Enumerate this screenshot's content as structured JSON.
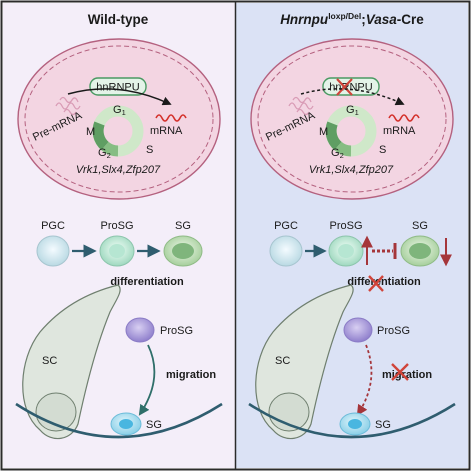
{
  "colors": {
    "left_bg": "#f4eef9",
    "right_bg": "#dbe2f5",
    "nucleus_fill": "#f3d5e2",
    "nucleus_stroke": "#b4617f",
    "protein_fill": "#e4f3e8",
    "protein_stroke": "#4a9a63",
    "cycle_light": "#cfe8c9",
    "cycle_dark": "#5f9e63",
    "mrna_red": "#d4322c",
    "premrna_pink": "#d99cb6",
    "cross_red": "#d0443a",
    "arrow_blue": "#2f5d6f",
    "inhibit_red": "#a5353a",
    "basement_line": "#2f5d6f",
    "sc_fill": "#dfe6de",
    "sc_stroke": "#6f7f6f",
    "prosg_fill": "#a99bd6",
    "sg_fill": "#5fc3e8"
  },
  "panels": [
    {
      "id": "wild-type",
      "title": "Wild-type",
      "protein_label": "hnRNPU",
      "premrna_label": "Pre-mRNA",
      "mrna_label": "mRNA",
      "phases": {
        "g1": "G",
        "g1_sub": "1",
        "g2": "G",
        "g2_sub": "2",
        "m": "M",
        "s": "S"
      },
      "genes_label": "Vrk1,Slx4,Zfp207",
      "cells": {
        "pgc": "PGC",
        "prosg": "ProSG",
        "sg": "SG"
      },
      "differentiation_label": "differentiation",
      "niche": {
        "sc": "SC",
        "prosg": "ProSG",
        "migration": "migration",
        "sg": "SG"
      },
      "defective": false
    },
    {
      "id": "knockout",
      "title": "Hnrnpu",
      "title_sup": "loxp/Del",
      "title_sep": ";",
      "title_cre_italic": "Vasa",
      "title_cre_suffix": "-Cre",
      "protein_label": "hnRNPU",
      "premrna_label": "Pre-mRNA",
      "mrna_label": "mRNA",
      "phases": {
        "g1": "G",
        "g1_sub": "1",
        "g2": "G",
        "g2_sub": "2",
        "m": "M",
        "s": "S"
      },
      "genes_label": "Vrk1,Slx4,Zfp207",
      "cells": {
        "pgc": "PGC",
        "prosg": "ProSG",
        "sg": "SG"
      },
      "differentiation_label": "differentiation",
      "niche": {
        "sc": "SC",
        "prosg": "ProSG",
        "migration": "migration",
        "sg": "SG"
      },
      "defective": true
    }
  ]
}
